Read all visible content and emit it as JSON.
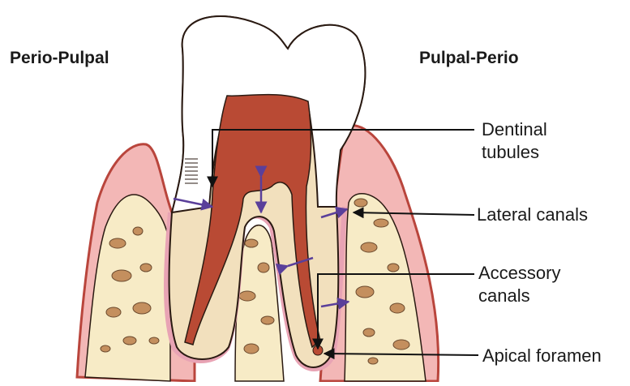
{
  "titles": {
    "left": "Perio-Pulpal",
    "right": "Pulpal-Perio"
  },
  "labels": {
    "dentinal_tubules": "Dentinal\ntubules",
    "lateral_canals": "Lateral canals",
    "accessory_canals": "Accessory\ncanals",
    "apical_foramen": "Apical foramen"
  },
  "colors": {
    "enamel": "#ffffff",
    "dentin": "#f2e0bd",
    "pulp": "#b94a34",
    "gingiva": "#f3b7b6",
    "gingiva_edge": "#b9453c",
    "bone": "#f7ebc6",
    "bone_spot": "#c48f5e",
    "ligament": "#e8a3b4",
    "arrow": "#5a3f9a",
    "outline": "#2a1a12"
  }
}
